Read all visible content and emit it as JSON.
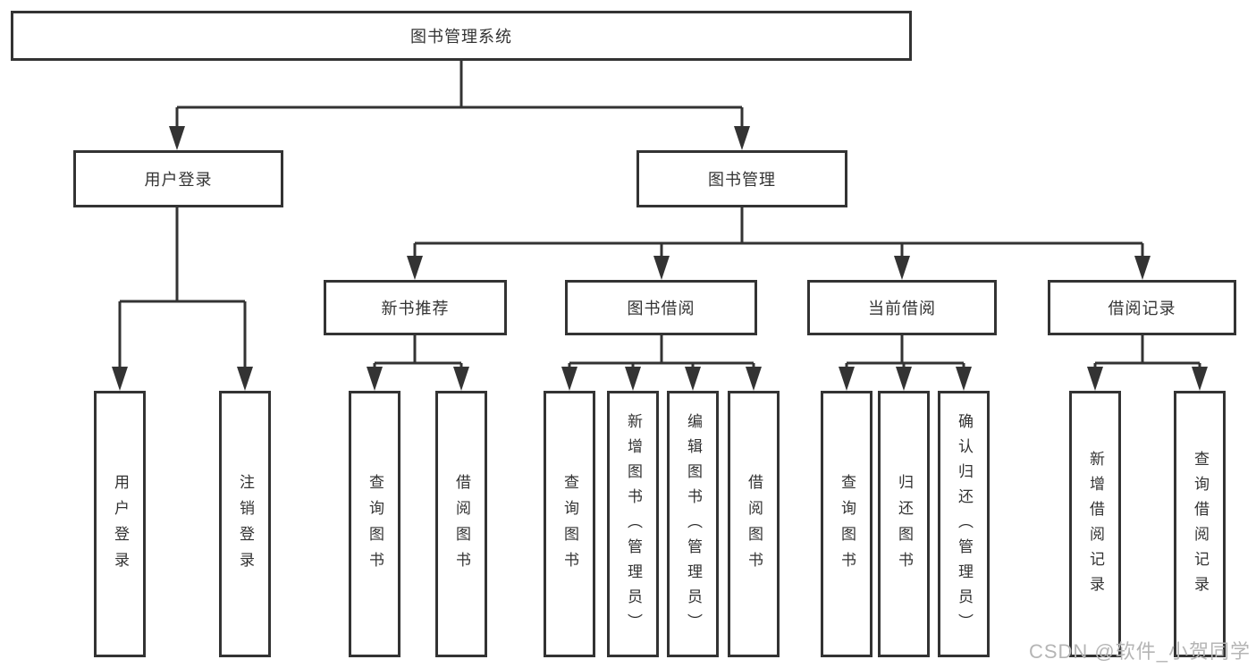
{
  "diagram": {
    "root": {
      "label": "图书管理系统"
    },
    "level2": [
      {
        "label": "用户登录"
      },
      {
        "label": "图书管理"
      }
    ],
    "level3": [
      {
        "label": "新书推荐"
      },
      {
        "label": "图书借阅"
      },
      {
        "label": "当前借阅"
      },
      {
        "label": "借阅记录"
      }
    ],
    "leaves": {
      "user_login": [
        {
          "label": "用户登录"
        },
        {
          "label": "注销登录"
        }
      ],
      "new_book": [
        {
          "label": "查询图书"
        },
        {
          "label": "借阅图书"
        }
      ],
      "book_borrow": [
        {
          "label": "查询图书"
        },
        {
          "label": "新增图书（管理员）"
        },
        {
          "label": "编辑图书（管理员）"
        },
        {
          "label": "借阅图书"
        }
      ],
      "current_borrow": [
        {
          "label": "查询图书"
        },
        {
          "label": "归还图书"
        },
        {
          "label": "确认归还（管理员）"
        }
      ],
      "borrow_record": [
        {
          "label": "新增借阅记录"
        },
        {
          "label": "查询借阅记录"
        }
      ]
    }
  },
  "watermark": {
    "text": "CSDN @软件_小贺同学"
  },
  "colors": {
    "line": "#333333",
    "box_border": "#333333",
    "text": "#333333",
    "watermark": "#b5b5b5",
    "background": "#ffffff"
  }
}
